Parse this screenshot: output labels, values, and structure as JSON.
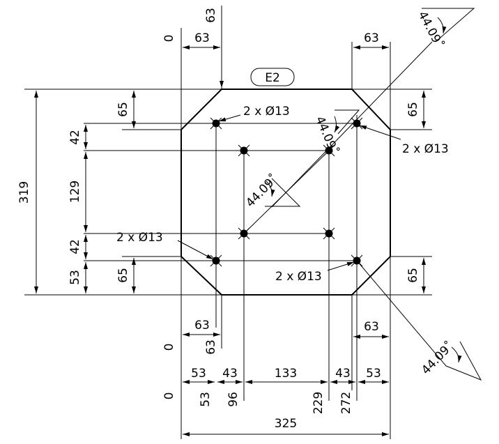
{
  "title_tag": "E2",
  "hole_callouts": {
    "top_left": "2 x Ø13",
    "top_right": "2 x Ø13",
    "bottom_left": "2 x Ø13",
    "bottom_right": "2 x Ø13"
  },
  "angle_callouts": {
    "center": "44.09˚",
    "upper_right_inner": "44.09˚",
    "top_right_outer": "44.09˚",
    "bottom_right_outer": "44.09˚"
  },
  "left_dims": {
    "overall_height": "319",
    "top_chamfer": "65",
    "bottom_chamfer": "65",
    "row_gap_top": "42",
    "inner_pitch": "129",
    "row_gap_bottom": "42",
    "bottom_offset": "53"
  },
  "right_dims": {
    "top_chamfer": "65",
    "bottom_chamfer": "65"
  },
  "top_dims": {
    "origin": "0",
    "chamfer_left_horizontal": "63",
    "chamfer_left_vertical": "63",
    "chamfer_right": "63"
  },
  "bottom_dims": {
    "chamfer_left_horizontal": "63",
    "chamfer_left_vertical": "63",
    "chamfer_right": "63",
    "origin_upper": "0",
    "origin_lower": "0",
    "chain": [
      "53",
      "43",
      "133",
      "43",
      "53"
    ],
    "ordinates": [
      "53",
      "96",
      "229",
      "272"
    ],
    "overall_width": "325"
  }
}
